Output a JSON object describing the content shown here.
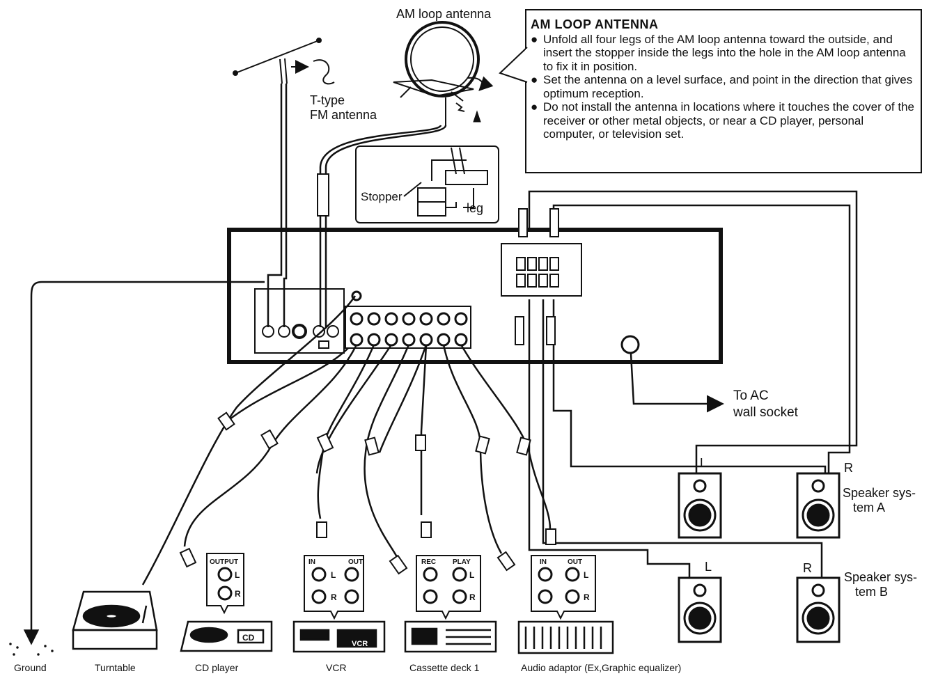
{
  "labels": {
    "am_loop_antenna": "AM loop antenna",
    "t_type_line1": "T-type",
    "t_type_line2": "FM antenna",
    "stopper": "Stopper",
    "leg": "leg",
    "to_ac_line1": "To AC",
    "to_ac_line2": "wall socket",
    "speaker_a_line1": "Speaker sys-",
    "speaker_a_line2": "tem A",
    "speaker_b_line1": "Speaker sys-",
    "speaker_b_line2": "tem B",
    "left": "L",
    "right": "R"
  },
  "info_box": {
    "title": "AM LOOP ANTENNA",
    "bullets": [
      "Unfold all four legs of the AM loop antenna toward the outside, and insert the stopper inside the legs into the hole in the AM loop antenna to fix it in position.",
      "Set the antenna on a level surface, and point in the direction that gives optimum reception.",
      "Do not install the antenna in locations where it touches the cover of the receiver or other metal objects, or near a CD player, personal computer, or television set."
    ]
  },
  "panels": {
    "cd_output": "OUTPUT",
    "vcr_in": "IN",
    "vcr_out": "OUT",
    "deck_rec": "REC",
    "deck_play": "PLAY",
    "adaptor_in": "IN",
    "adaptor_out": "OUT",
    "cd_badge": "CD",
    "vcr_badge": "VCR"
  },
  "devices": [
    "Ground",
    "Turntable",
    "CD player",
    "VCR",
    "Cassette deck 1",
    "Audio adaptor (Ex,Graphic equalizer)"
  ]
}
